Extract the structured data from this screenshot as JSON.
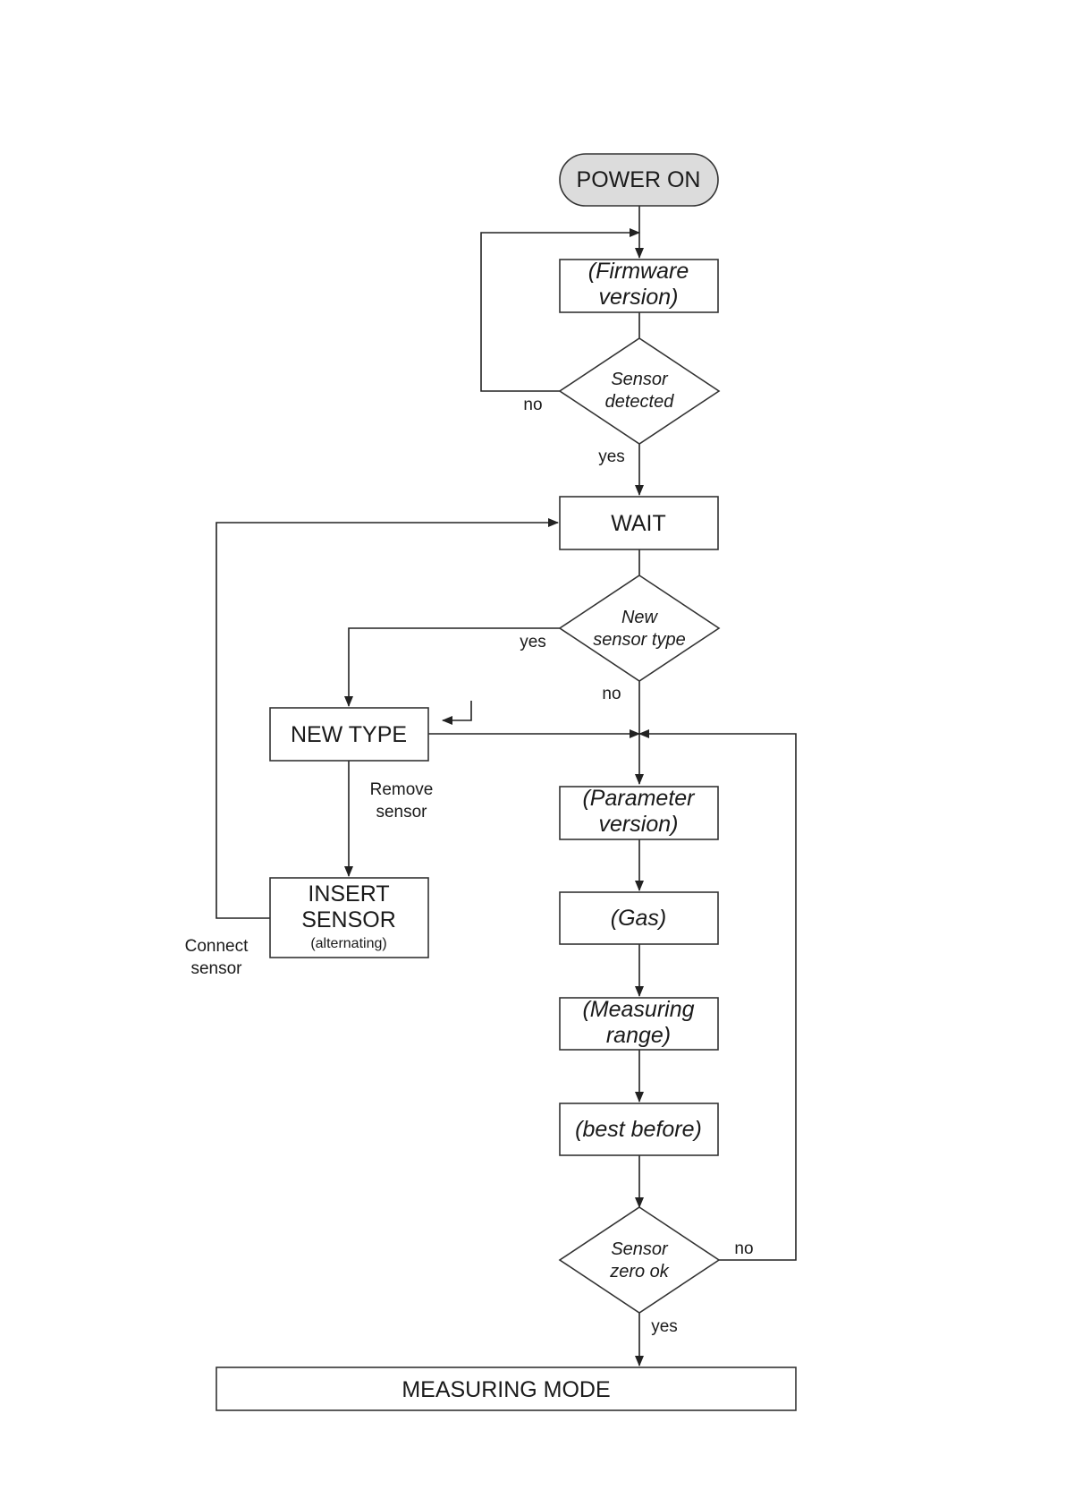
{
  "nodes": {
    "power_on": "POWER ON",
    "firmware": [
      "(Firmware",
      "version)"
    ],
    "sensor_detected": [
      "Sensor",
      "detected"
    ],
    "wait": "WAIT",
    "new_sensor_type": [
      "New",
      "sensor type"
    ],
    "new_type": "NEW TYPE",
    "insert_sensor": [
      "INSERT",
      "SENSOR",
      "(alternating)"
    ],
    "parameter": [
      "(Parameter",
      "version)"
    ],
    "gas": "(Gas)",
    "measuring_range": [
      "(Measuring",
      "range)"
    ],
    "best_before": "(best before)",
    "sensor_zero": [
      "Sensor",
      "zero ok"
    ],
    "measuring_mode": "MEASURING MODE"
  },
  "labels": {
    "no_detect": "no",
    "yes_detect": "yes",
    "yes_new": "yes",
    "no_new": "no",
    "remove_sensor": [
      "Remove",
      "sensor"
    ],
    "connect_sensor": [
      "Connect",
      "sensor"
    ],
    "no_zero": "no",
    "yes_zero": "yes"
  },
  "colors": {
    "start_fill": "#dcdcdc",
    "stroke": "#333333"
  }
}
